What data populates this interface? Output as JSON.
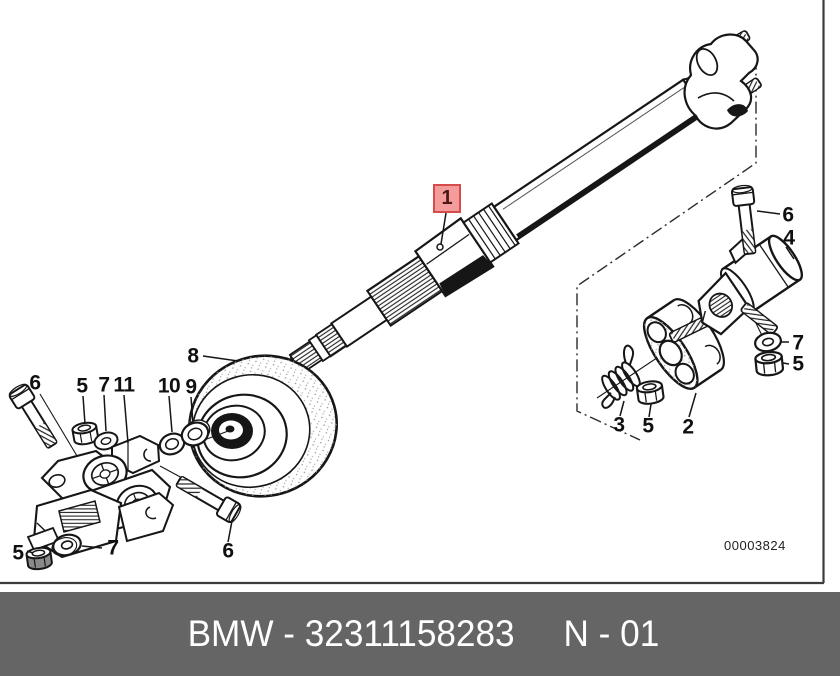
{
  "diagram": {
    "type": "exploded-parts-drawing",
    "drawing_number": "00003824",
    "highlighted_callout": {
      "text": "1"
    },
    "callouts": [
      {
        "text": "6"
      },
      {
        "text": "5"
      },
      {
        "text": "7"
      },
      {
        "text": "11"
      },
      {
        "text": "10"
      },
      {
        "text": "9"
      },
      {
        "text": "8"
      },
      {
        "text": "5"
      },
      {
        "text": "7"
      },
      {
        "text": "6"
      },
      {
        "text": "6"
      },
      {
        "text": "4"
      },
      {
        "text": "7"
      },
      {
        "text": "5"
      },
      {
        "text": "3"
      },
      {
        "text": "5"
      },
      {
        "text": "2"
      }
    ]
  },
  "footer": {
    "part_text": "BMW - 32311158283",
    "page_text": "N - 01"
  },
  "colors": {
    "highlight_bg": "#f49c9c",
    "highlight_border": "#d64c4c",
    "highlight_text": "#4d1717",
    "footer_bg": "#656565",
    "footer_text": "#ffffff",
    "ink": "#161616"
  }
}
